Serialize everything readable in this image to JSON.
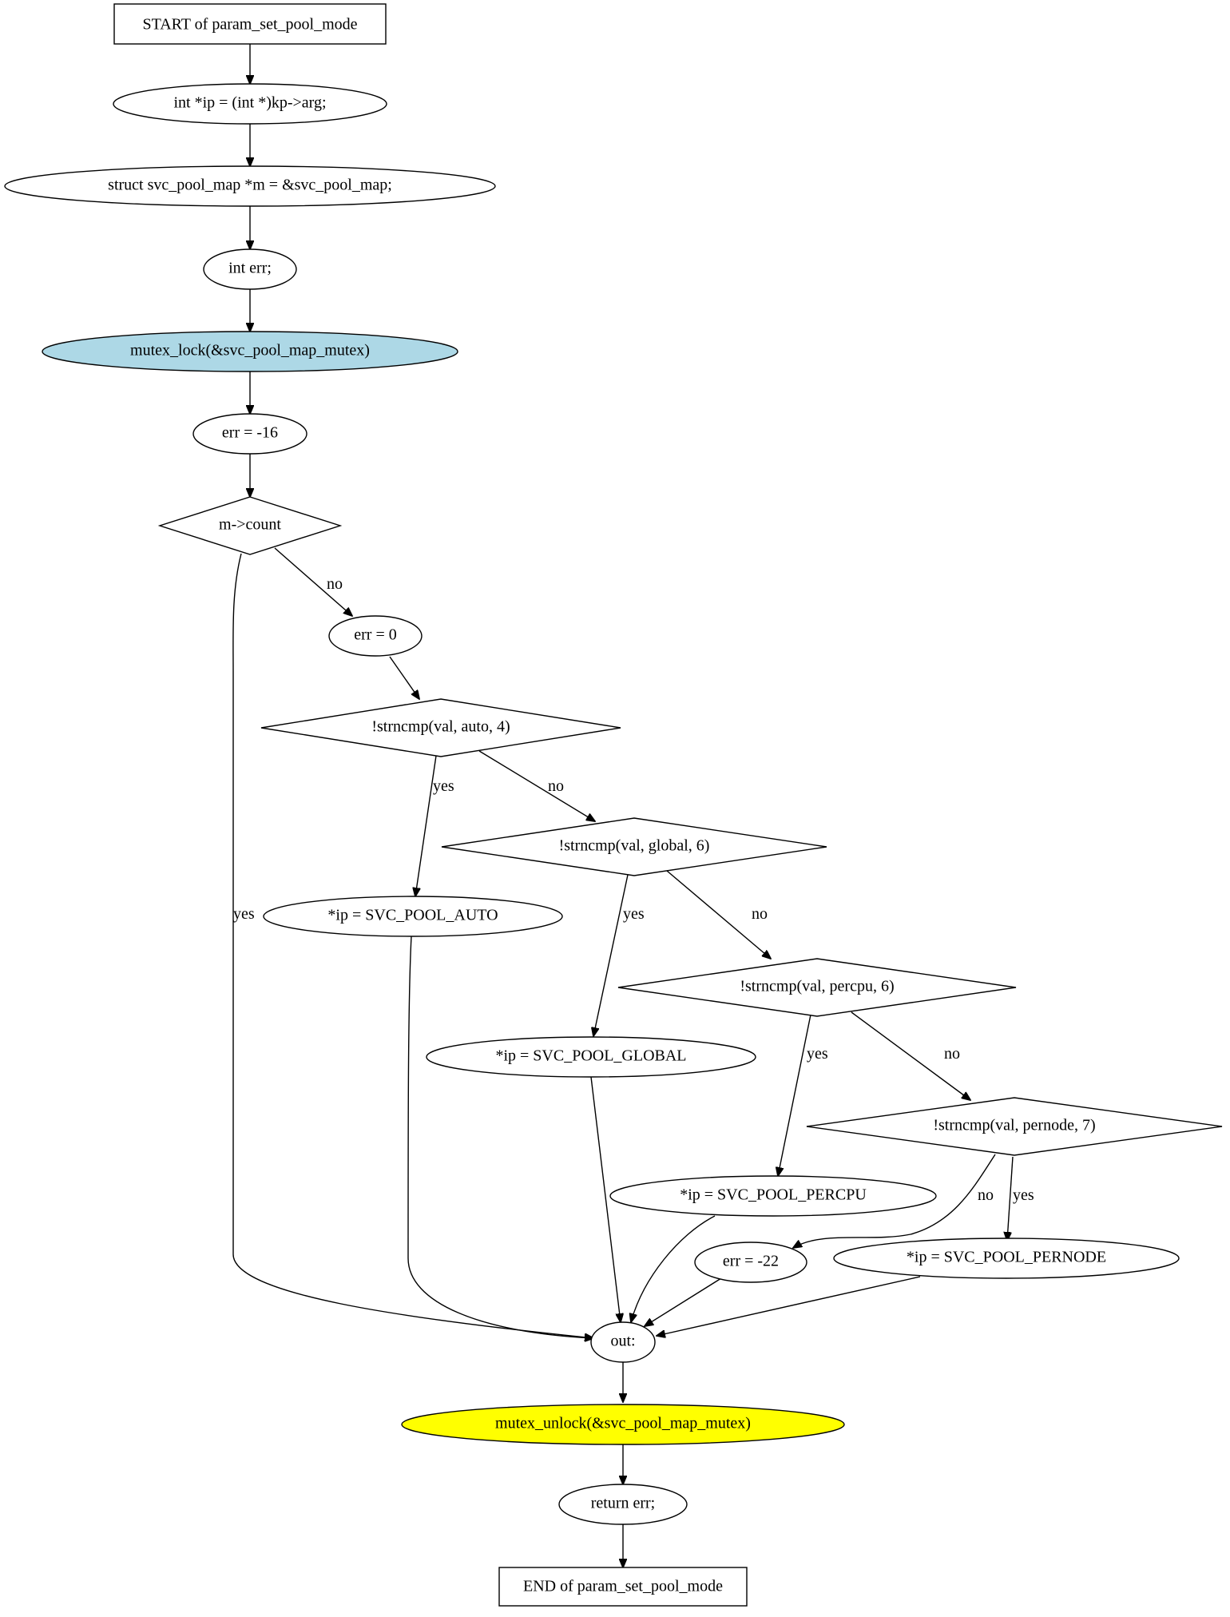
{
  "colors": {
    "default_fill": "#ffffff",
    "lock_fill": "#add8e6",
    "unlock_fill": "#ffff00",
    "stroke": "#000000"
  },
  "nodes": {
    "start": "START of param_set_pool_mode",
    "ip_decl": "int *ip = (int *)kp->arg;",
    "map_decl": "struct svc_pool_map *m = &svc_pool_map;",
    "err_decl": "int err;",
    "mutex_lock": "mutex_lock(&svc_pool_map_mutex)",
    "err_16": "err = -16",
    "m_count": "m->count",
    "err_0": "err = 0",
    "cmp_auto": "!strncmp(val, auto, 4)",
    "ip_auto": "*ip = SVC_POOL_AUTO",
    "cmp_global": "!strncmp(val, global, 6)",
    "ip_global": "*ip = SVC_POOL_GLOBAL",
    "cmp_percpu": "!strncmp(val, percpu, 6)",
    "ip_percpu": "*ip = SVC_POOL_PERCPU",
    "cmp_pernode": "!strncmp(val, pernode, 7)",
    "err_22": "err = -22",
    "ip_pernode": "*ip = SVC_POOL_PERNODE",
    "out": "out:",
    "mutex_unlock": "mutex_unlock(&svc_pool_map_mutex)",
    "return_err": "return err;",
    "end": "END of param_set_pool_mode"
  },
  "edge_labels": {
    "count_no": "no",
    "count_yes": "yes",
    "auto_yes": "yes",
    "auto_no": "no",
    "global_yes": "yes",
    "global_no": "no",
    "percpu_yes": "yes",
    "percpu_no": "no",
    "pernode_no": "no",
    "pernode_yes": "yes"
  }
}
